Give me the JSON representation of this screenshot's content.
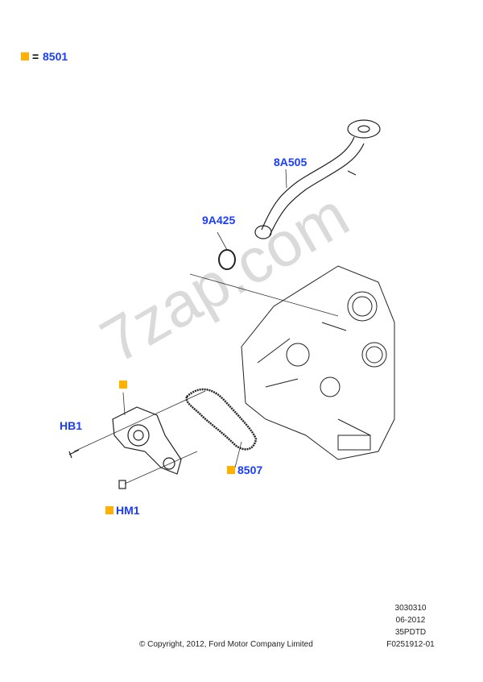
{
  "legend": {
    "equals": "=",
    "code": "8501",
    "marker_color": "#ffb000"
  },
  "callouts": {
    "pipe": "8A505",
    "clip": "9A425",
    "bolt": "HB1",
    "gasket": "8507",
    "dowel": "HM1"
  },
  "meta": {
    "line1": "3030310",
    "line2": "06-2012",
    "line3": "35PDTD",
    "line4": "F0251912-01"
  },
  "copyright": "© Copyright, 2012, Ford Motor Company Limited",
  "watermark": "7zap.com",
  "colors": {
    "label": "#1a3cff",
    "marker": "#ffb000"
  }
}
